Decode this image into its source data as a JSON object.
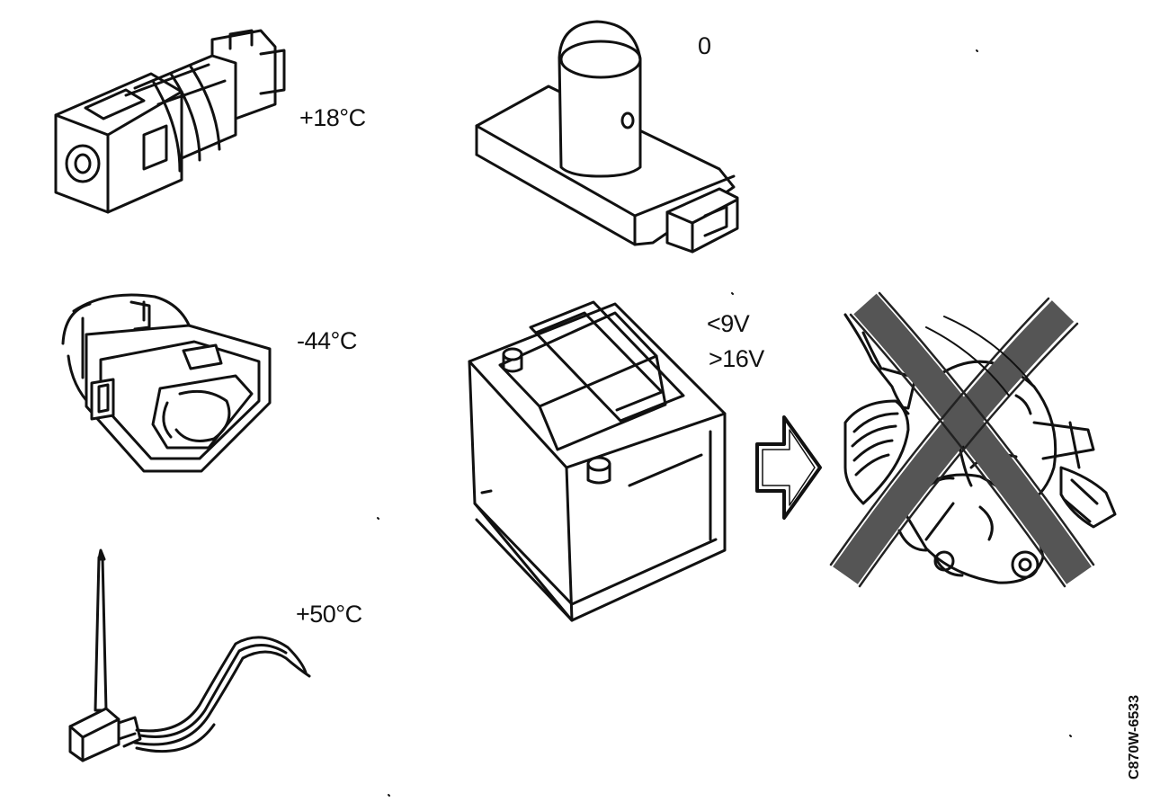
{
  "labels": {
    "temp_plus_18": "+18°C",
    "temp_minus_44": "-44°C",
    "temp_plus_50": "+50°C",
    "zero": "0",
    "voltage_low": "<9V",
    "voltage_high": ">16V",
    "figure_code": "C870W-6533"
  },
  "icons": [
    "sensor-connector-icon",
    "connector-plug-icon",
    "probe-sensor-icon",
    "control-module-icon",
    "battery-icon",
    "arrow-right-icon",
    "crossed-out-motor-icon"
  ],
  "colors": {
    "line": "#111111",
    "cross": "#555555",
    "background": "#ffffff"
  }
}
